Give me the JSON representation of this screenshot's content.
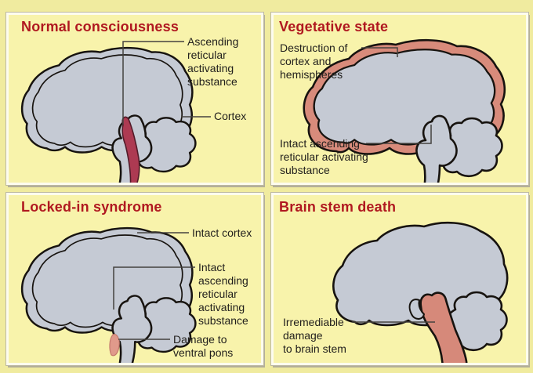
{
  "colors": {
    "background": "#f0eb9f",
    "panel_background": "#f8f3ab",
    "panel_border": "#fdfcee",
    "title_red": "#b01820",
    "label_text": "#22201d",
    "brain_gray": "#c5cad4",
    "brain_outline": "#17130f",
    "damage_crimson": "#ad3a52",
    "damage_salmon": "#d88b7b",
    "damage_pink": "#e09a8b",
    "leader_line": "#45433f"
  },
  "panels": [
    {
      "title": "Normal consciousness",
      "labels": [
        {
          "text": "Ascending\nreticular\nactivating\nsubstance"
        },
        {
          "text": "Cortex"
        }
      ]
    },
    {
      "title": "Vegetative state",
      "labels": [
        {
          "text": "Destruction of\ncortex and\nhemispheres"
        },
        {
          "text": "Intact ascending\nreticular activating\nsubstance"
        }
      ]
    },
    {
      "title": "Locked-in syndrome",
      "labels": [
        {
          "text": "Intact cortex"
        },
        {
          "text": "Intact\nascending\nreticular\nactivating\nsubstance"
        },
        {
          "text": "Damage to\nventral pons"
        }
      ]
    },
    {
      "title": "Brain stem death",
      "labels": [
        {
          "text": "Irremediable\ndamage\nto brain stem"
        }
      ]
    }
  ]
}
